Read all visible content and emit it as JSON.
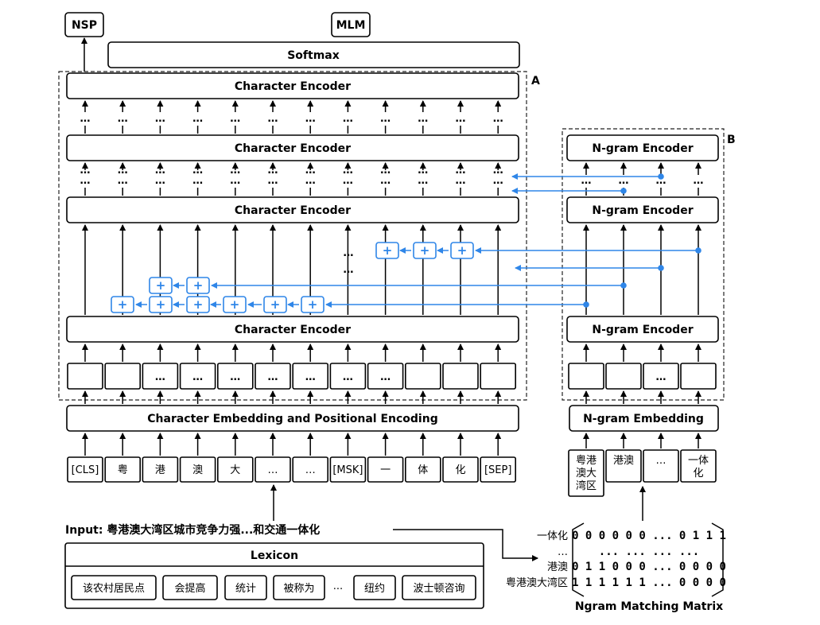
{
  "labels": {
    "nsp": "NSP",
    "mlm": "MLM",
    "softmax": "Softmax",
    "char_encoder": "Character Encoder",
    "ngram_encoder": "N-gram Encoder",
    "char_embedding": "Character Embedding and Positional Encoding",
    "ngram_embedding": "N-gram Embedding",
    "region_a": "A",
    "region_b": "B",
    "ellipsis": "…",
    "input": "Input: 粤港澳大湾区城市竞争力强...和交通一体化",
    "lexicon": "Lexicon",
    "matrix_title": "Ngram Matching Matrix"
  },
  "input_tokens": [
    "[CLS]",
    "粤",
    "港",
    "澳",
    "大",
    "…",
    "…",
    "[MSK]",
    "一",
    "体",
    "化",
    "[SEP]"
  ],
  "embed_slots": [
    "",
    "",
    "…",
    "…",
    "…",
    "…",
    "…",
    "…",
    "…",
    "",
    "",
    ""
  ],
  "ngram_tokens": [
    "粤港\n澳大\n湾区",
    "港澳",
    "…",
    "一体\n化"
  ],
  "lexicon_words": [
    "该农村居民点",
    "会提高",
    "统计",
    "被称为",
    "···",
    "纽约",
    "波士顿咨询"
  ],
  "matrix": {
    "row_labels": [
      "一体化",
      "…",
      "港澳",
      "粤港澳大湾区"
    ],
    "rows": [
      "0 0 0 0 0 0 ... 0 1 1 1",
      "... ... ... ...",
      "0 1 1 0 0 0 ... 0 0 0 0",
      "1 1 1 1 1 1 ... 0 0 0 0"
    ]
  }
}
